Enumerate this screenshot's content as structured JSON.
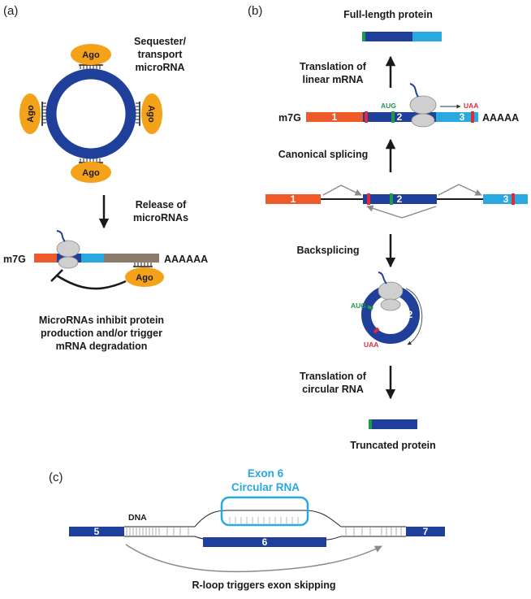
{
  "panels": {
    "a": "(a)",
    "b": "(b)",
    "c": "(c)"
  },
  "panel_a": {
    "ago": "Ago",
    "sequester_lines": [
      "Sequester/",
      "transport",
      "microRNA"
    ],
    "release_lines": [
      "Release of",
      "microRNAs"
    ],
    "cap": "m7G",
    "polya": "AAAAAA",
    "inhibit_lines": [
      "MicroRNAs inhibit protein",
      "production and/or trigger",
      "mRNA degradation"
    ]
  },
  "panel_b": {
    "full_length": "Full-length protein",
    "translation_linear_lines": [
      "Translation of",
      "linear mRNA"
    ],
    "cap": "m7G",
    "polya": "AAAAA",
    "exon1": "1",
    "exon2": "2",
    "exon3": "3",
    "start_codon": "AUG",
    "stop_codon": "UAA",
    "canonical": "Canonical splicing",
    "backsplicing": "Backsplicing",
    "translation_circular_lines": [
      "Translation of",
      "circular RNA"
    ],
    "truncated": "Truncated protein"
  },
  "panel_c": {
    "exon6_title_lines": [
      "Exon 6",
      "Circular RNA"
    ],
    "dna": "DNA",
    "exon5": "5",
    "exon6": "6",
    "exon7": "7",
    "rloop": "R-loop triggers exon skipping"
  },
  "colors": {
    "dark_blue": "#1f3f9b",
    "light_blue": "#2aa8e0",
    "orange_exon": "#ef5a2a",
    "ago_orange": "#f5a21b",
    "ribosome_grey": "#cfcfcf",
    "brown_utr": "#8c7a6b",
    "start_green": "#1e9a4a",
    "stop_red": "#e02a3a"
  }
}
